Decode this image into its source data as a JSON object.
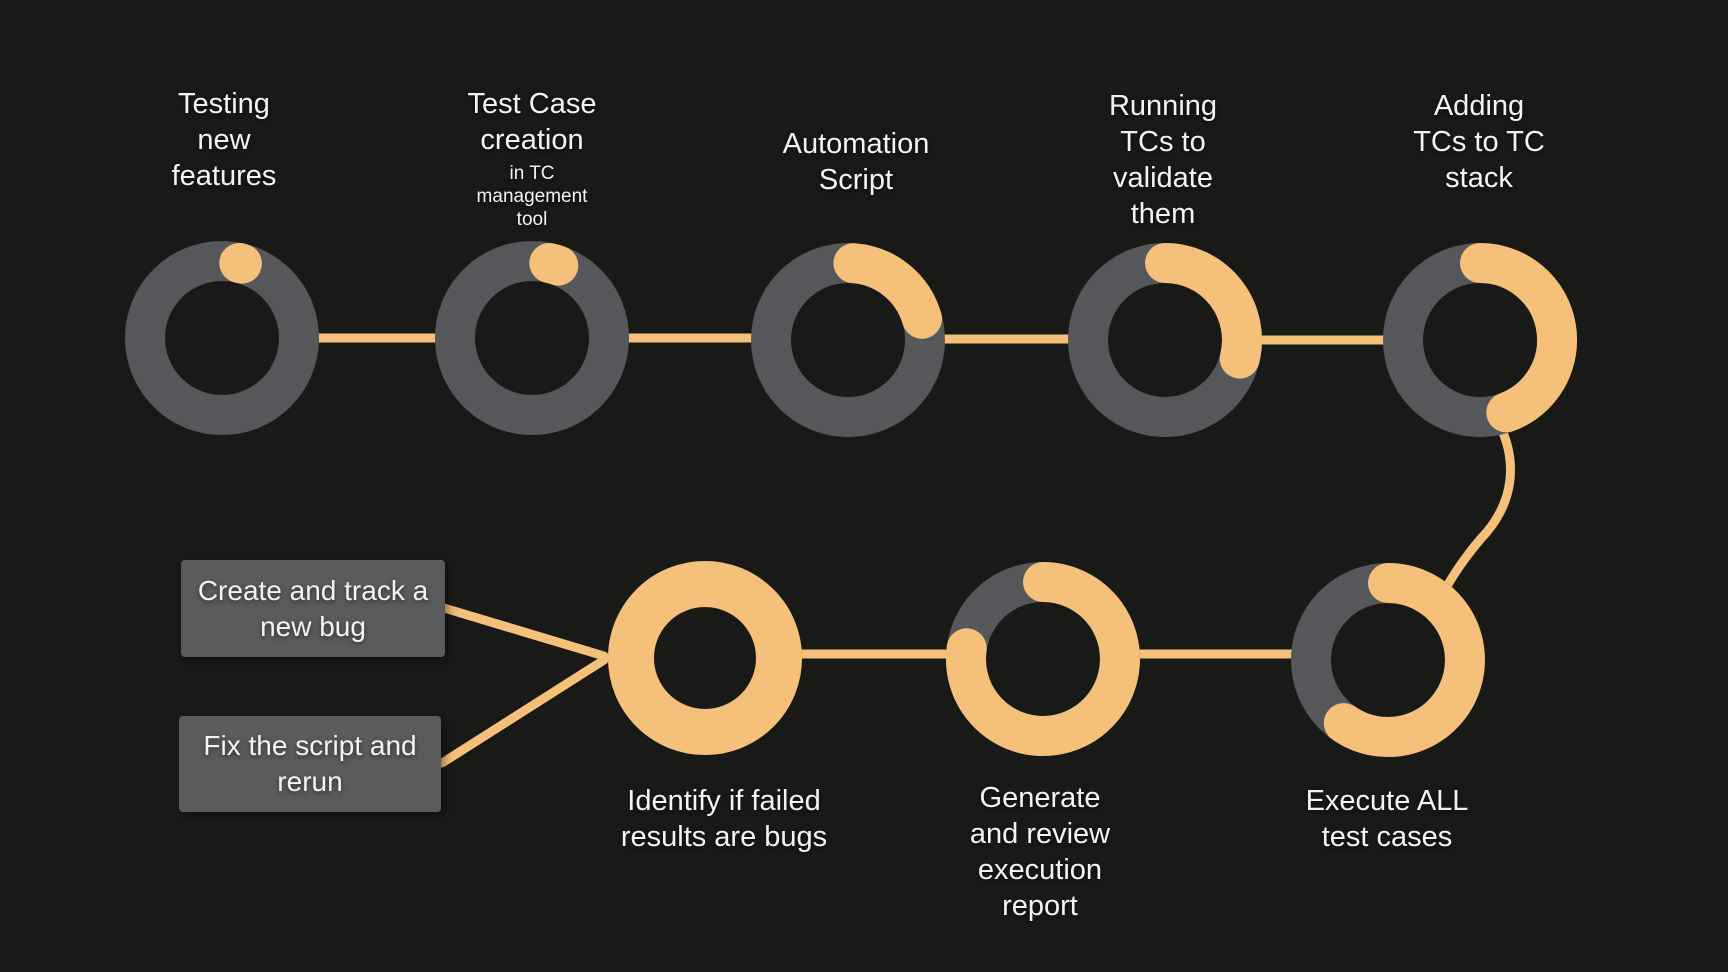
{
  "canvas": {
    "background": "#191918",
    "accent_orange": "#F5C07A",
    "ring_gray": "#56575A",
    "box_gray": "#5A5B5C",
    "text_color": "#F3F3F1"
  },
  "nodes": [
    {
      "id": "testing-new-features",
      "label": "Testing\nnew\nfeatures",
      "progress_percent": 2
    },
    {
      "id": "test-case-creation",
      "label": "Test Case\ncreation",
      "sublabel": "in TC\nmanagement\ntool",
      "progress_percent": 5
    },
    {
      "id": "automation-script",
      "label": "Automation\nScript",
      "progress_percent": 20
    },
    {
      "id": "running-tcs-validate",
      "label": "Running\nTCs to\nvalidate\nthem",
      "progress_percent": 29
    },
    {
      "id": "adding-tcs-stack",
      "label": "Adding\nTCs to TC\nstack",
      "progress_percent": 44
    },
    {
      "id": "execute-all-test-cases",
      "label": "Execute ALL\ntest cases",
      "progress_percent": 60
    },
    {
      "id": "generate-review-report",
      "label": "Generate\nand review\nexecution\nreport",
      "progress_percent": 77
    },
    {
      "id": "identify-failed-bugs",
      "label": "Identify if failed\nresults are bugs",
      "progress_percent": 100
    }
  ],
  "callouts": [
    {
      "id": "create-track-bug",
      "label": "Create and track a\nnew bug"
    },
    {
      "id": "fix-script-rerun",
      "label": "Fix the script and\nrerun"
    }
  ]
}
